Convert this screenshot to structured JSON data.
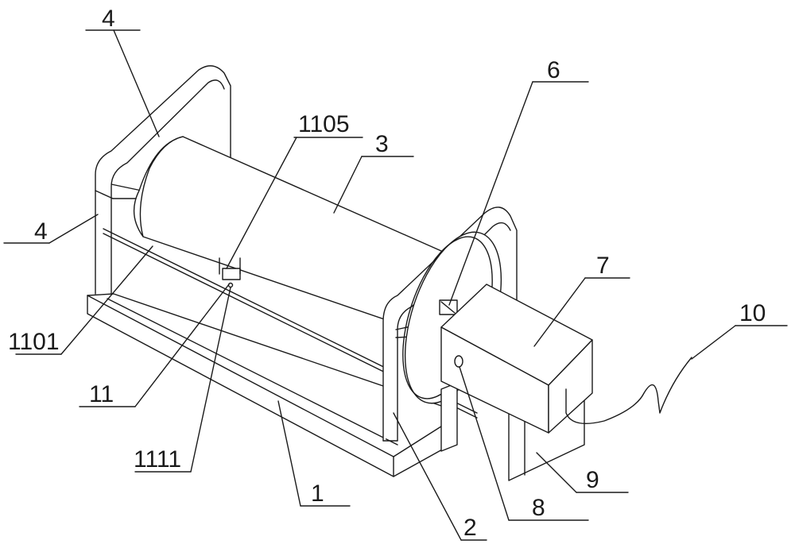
{
  "labels": {
    "l4a": "4",
    "l4b": "4",
    "l1105": "1105",
    "l3": "3",
    "l6": "6",
    "l7": "7",
    "l10": "10",
    "l1101": "1101",
    "l11": "11",
    "l1111": "1111",
    "l1": "1",
    "l2": "2",
    "l8": "8",
    "l9": "9"
  }
}
